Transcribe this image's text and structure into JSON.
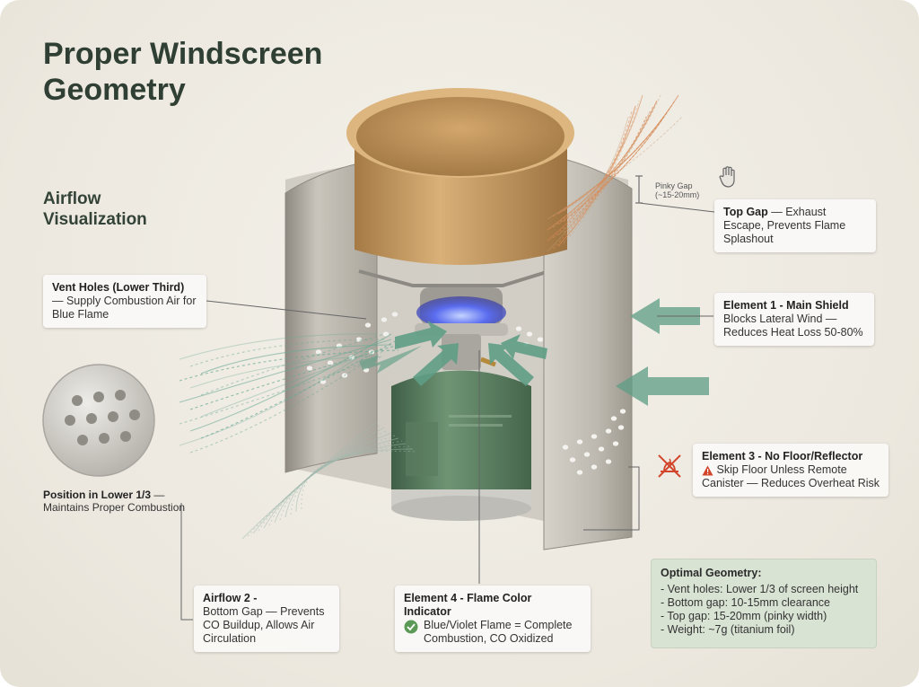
{
  "title": "Proper Windscreen Geometry",
  "subtitle": "Airflow Visualization",
  "pinky_gap": {
    "line1": "Pinky Gap",
    "line2": "(~15-20mm)"
  },
  "callouts": {
    "top_gap": {
      "heading": "Top Gap",
      "text": " — Exhaust Escape, Prevents Flame Splashout"
    },
    "vent_holes": {
      "heading": "Vent Holes (Lower Third)",
      "text": " — Supply Combustion Air for Blue Flame"
    },
    "element1": {
      "heading": "Element 1 - Main Shield",
      "text": "Blocks Lateral Wind — Reduces Heat Loss 50-80%"
    },
    "element3": {
      "heading": "Element 3 - No Floor/Reflector",
      "text": "Skip Floor Unless Remote Canister — Reduces Overheat Risk"
    },
    "position": {
      "heading": "Position in Lower 1/3",
      "text": " — Maintains Proper Combustion"
    },
    "airflow2": {
      "heading": "Airflow 2 -",
      "text": "Bottom Gap — Prevents CO Buildup, Allows Air Circulation"
    },
    "element4": {
      "heading": "Element 4 - Flame Color Indicator",
      "text": "Blue/Violet Flame = Complete Combustion, CO Oxidized"
    }
  },
  "optimal": {
    "heading": "Optimal Geometry:",
    "items": [
      "- Vent holes: Lower 1/3 of screen height",
      "- Bottom gap: 10-15mm clearance",
      "- Top gap: 15-20mm (pinky width)",
      "- Weight: ~7g (titanium foil)"
    ]
  },
  "icons": {
    "top_gap": "hand-icon",
    "element3": "no-floor-icon",
    "element3_text": "warning-icon",
    "element4_text": "check-circle-icon"
  },
  "colors": {
    "title": "#2f3f33",
    "airflow": "#5f9e86",
    "exhaust": "#d98a55",
    "warning": "#d2452a",
    "check": "#5a9a56",
    "canister": "#5d7e62",
    "pot": "#c69a63",
    "flame": "#4a5bd8"
  }
}
